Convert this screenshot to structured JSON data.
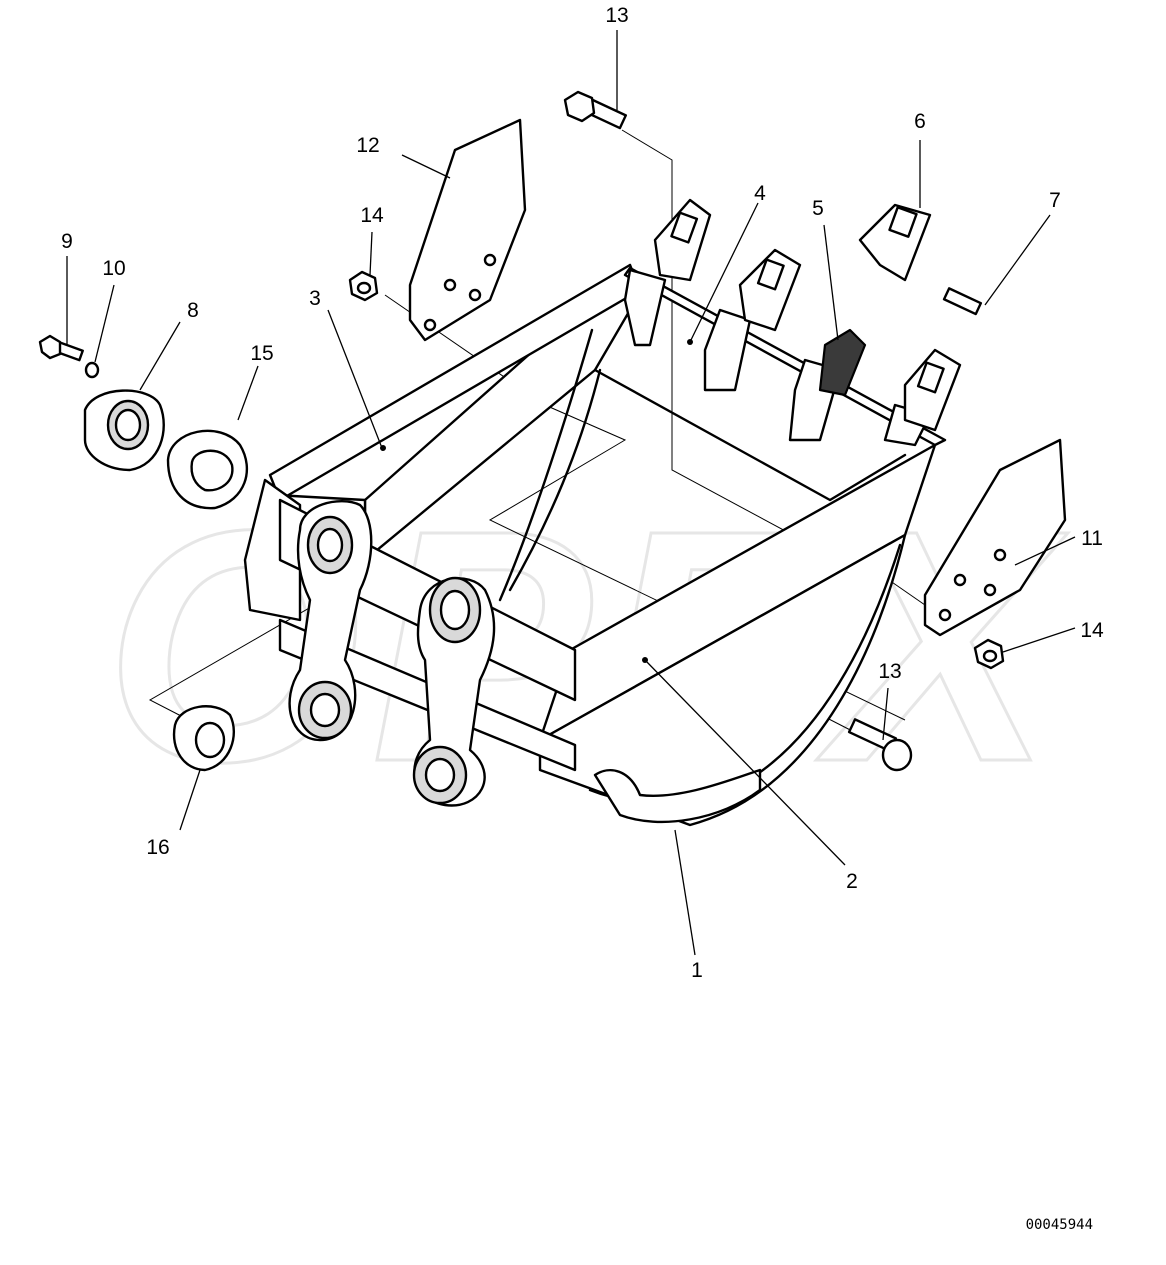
{
  "drawing_code": "00045944",
  "watermark": "OPEX",
  "callouts": [
    {
      "label": "13"
    },
    {
      "label": "12"
    },
    {
      "label": "14"
    },
    {
      "label": "9"
    },
    {
      "label": "10"
    },
    {
      "label": "8"
    },
    {
      "label": "3"
    },
    {
      "label": "15"
    },
    {
      "label": "4"
    },
    {
      "label": "5"
    },
    {
      "label": "6"
    },
    {
      "label": "7"
    },
    {
      "label": "11"
    },
    {
      "label": "14"
    },
    {
      "label": "13"
    },
    {
      "label": "16"
    },
    {
      "label": "2"
    },
    {
      "label": "1"
    }
  ]
}
